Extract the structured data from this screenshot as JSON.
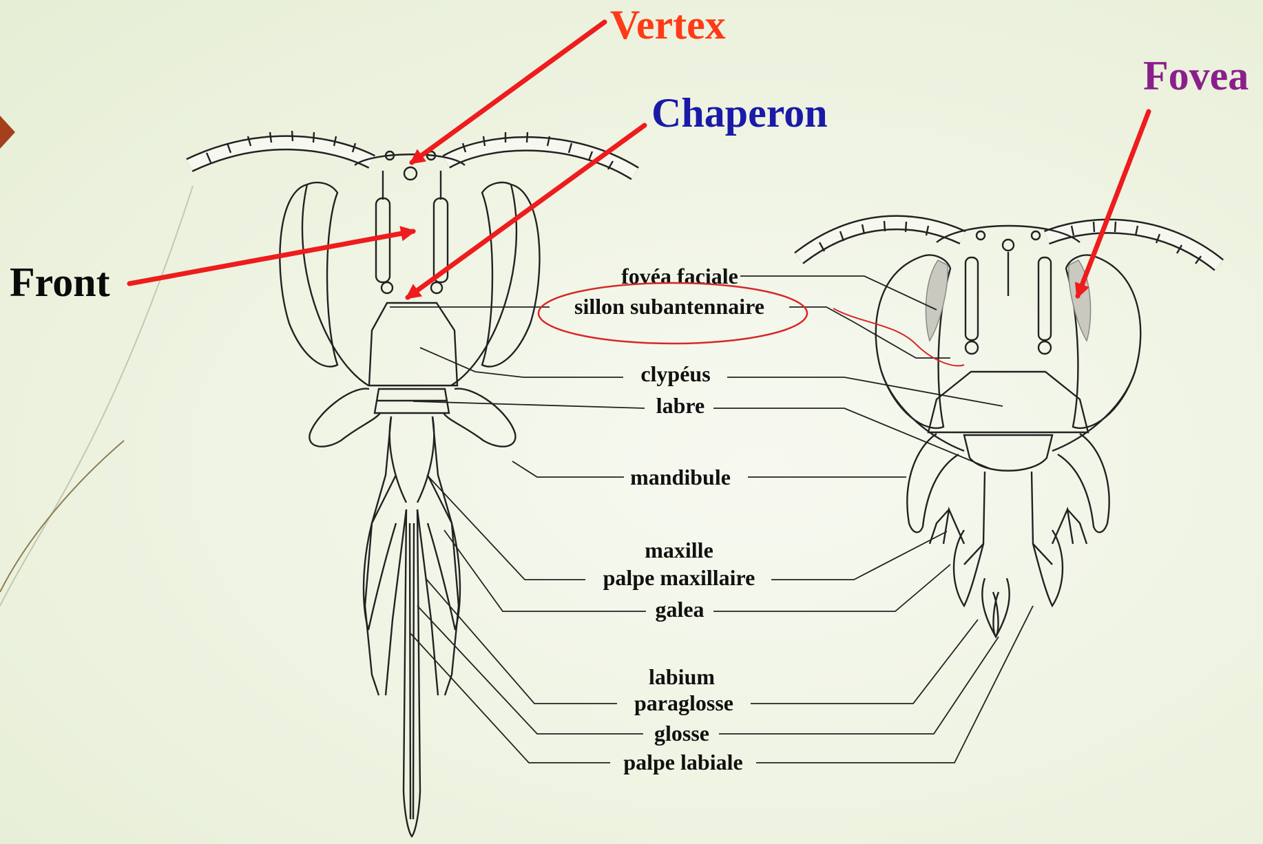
{
  "callouts": {
    "vertex": {
      "text": "Vertex",
      "color": "#ff3a17"
    },
    "chaperon": {
      "text": "Chaperon",
      "color": "#1a1aa8"
    },
    "fovea": {
      "text": "Fovea",
      "color": "#8a1f8a"
    },
    "front": {
      "text": "Front",
      "color": "#0a0a0a"
    }
  },
  "arrow_color": "#ee1c1c",
  "highlight_color": "#d62828",
  "slide_accent_color": "#a5401c",
  "part_labels": {
    "fovea_faciale": "fovéa faciale",
    "sillon_subantennaire": "sillon subantennaire",
    "clypeus": "clypéus",
    "labre": "labre",
    "mandibule": "mandibule",
    "maxille": "maxille",
    "palpe_maxillaire": "palpe maxillaire",
    "galea": "galea",
    "labium": "labium",
    "paraglosse": "paraglosse",
    "glosse": "glosse",
    "palpe_labiale": "palpe labiale"
  }
}
